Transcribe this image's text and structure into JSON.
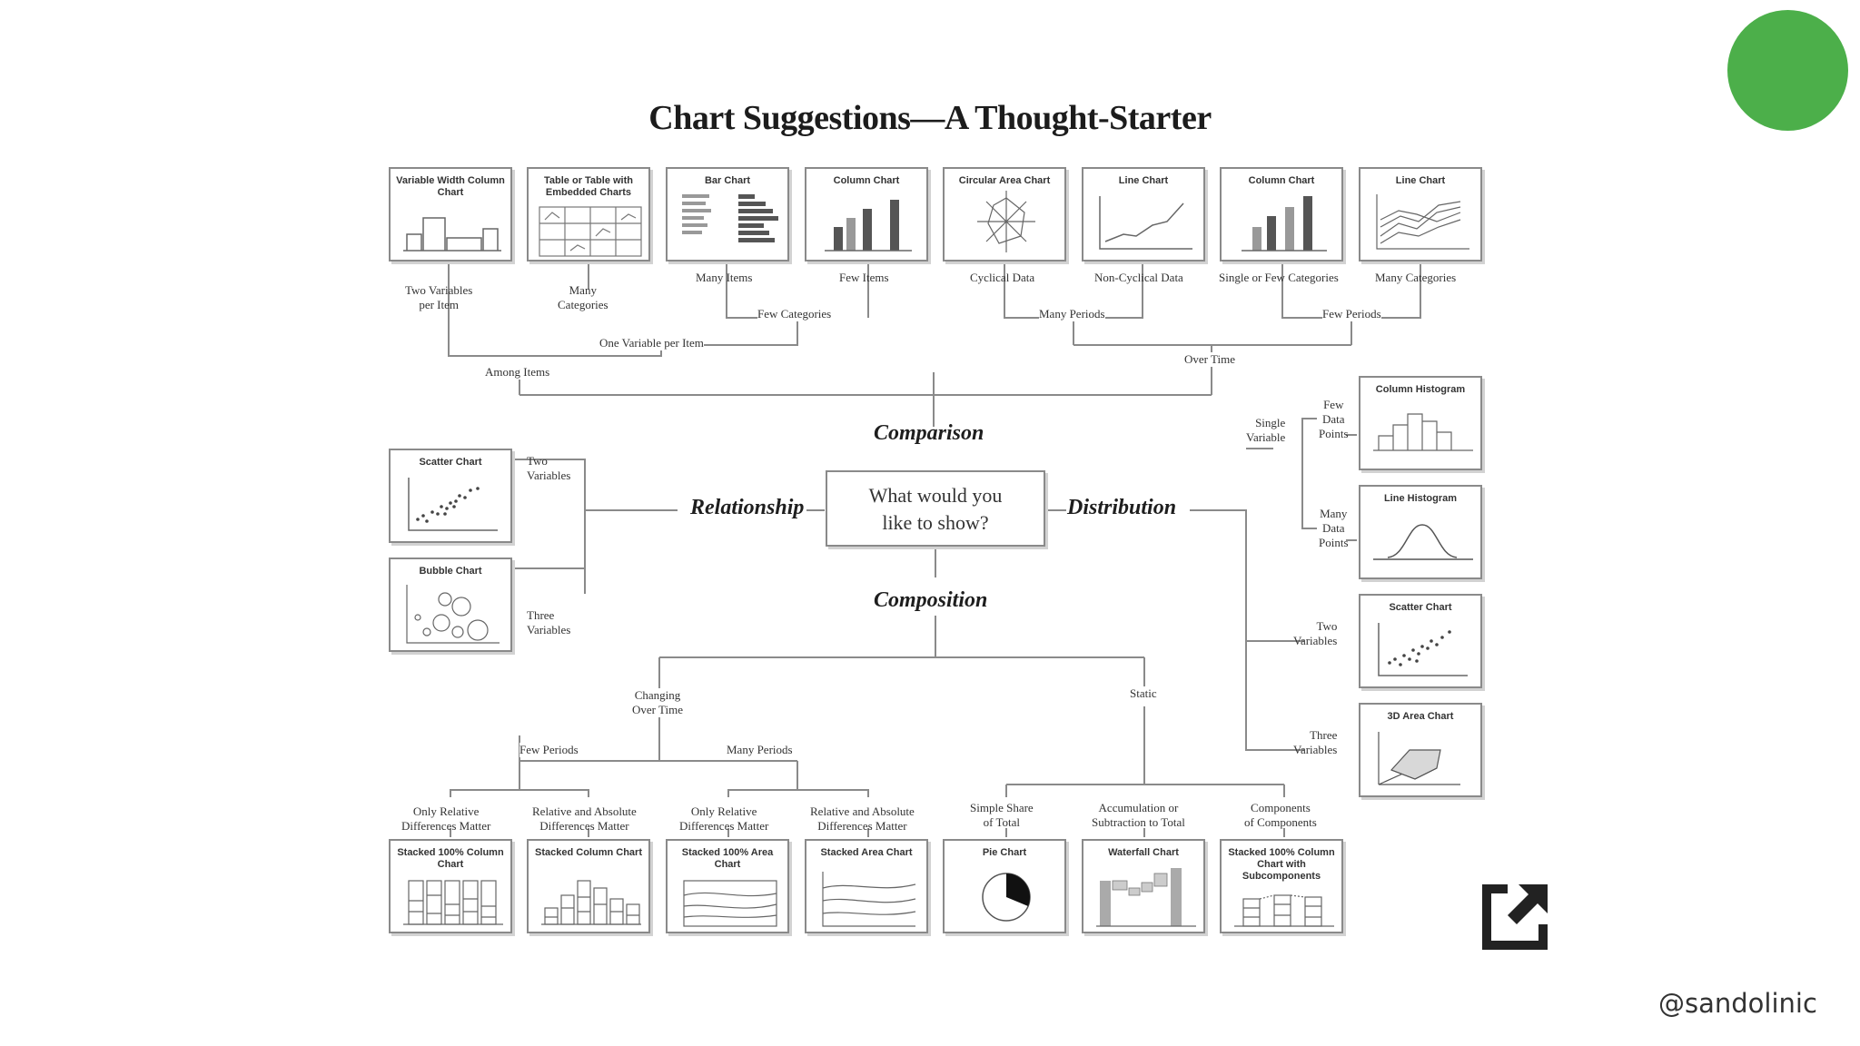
{
  "title": "Chart Suggestions—A Thought-Starter",
  "question": {
    "line1": "What would you",
    "line2": "like to show?"
  },
  "categories": {
    "comparison": "Comparison",
    "relationship": "Relationship",
    "distribution": "Distribution",
    "composition": "Composition"
  },
  "cards": {
    "variable_width_column": "Variable Width Column Chart",
    "table_embedded": "Table or Table with Embedded Charts",
    "bar_chart": "Bar Chart",
    "column_chart_few": "Column Chart",
    "circular_area": "Circular Area Chart",
    "line_chart_noncyclical": "Line Chart",
    "column_chart_time": "Column Chart",
    "line_chart_many": "Line Chart",
    "column_histogram": "Column Histogram",
    "line_histogram": "Line Histogram",
    "scatter_distribution": "Scatter Chart",
    "area_3d": "3D Area Chart",
    "scatter_relationship": "Scatter Chart",
    "bubble_chart": "Bubble Chart",
    "stacked_100_column": "Stacked 100% Column Chart",
    "stacked_column": "Stacked Column Chart",
    "stacked_100_area": "Stacked 100% Area Chart",
    "stacked_area": "Stacked Area Chart",
    "pie_chart": "Pie Chart",
    "waterfall_chart": "Waterfall Chart",
    "stacked_100_subcomponents": "Stacked 100% Column Chart with Subcomponents"
  },
  "labels": {
    "two_variables_per_item": [
      "Two Variables",
      "per Item"
    ],
    "many_categories_table": [
      "Many",
      "Categories"
    ],
    "many_items": "Many Items",
    "few_items": "Few Items",
    "cyclical_data": "Cyclical Data",
    "non_cyclical_data": "Non-Cyclical Data",
    "single_or_few_categories": "Single or Few Categories",
    "many_categories": "Many Categories",
    "few_categories": "Few Categories",
    "many_periods_top": "Many Periods",
    "few_periods_top": "Few Periods",
    "one_variable_per_item": "One Variable per Item",
    "among_items": "Among Items",
    "over_time": "Over Time",
    "rel_two_variables": [
      "Two",
      "Variables"
    ],
    "rel_three_variables": [
      "Three",
      "Variables"
    ],
    "single_variable": [
      "Single",
      "Variable"
    ],
    "few_data_points": [
      "Few",
      "Data",
      "Points"
    ],
    "many_data_points": [
      "Many",
      "Data",
      "Points"
    ],
    "dist_two_variables": [
      "Two",
      "Variables"
    ],
    "dist_three_variables": [
      "Three",
      "Variables"
    ],
    "changing_over_time": [
      "Changing",
      "Over Time"
    ],
    "static": "Static",
    "few_periods_bottom": "Few Periods",
    "many_periods_bottom": "Many Periods",
    "only_relative_1": [
      "Only Relative",
      "Differences Matter"
    ],
    "relative_absolute_1": [
      "Relative and Absolute",
      "Differences Matter"
    ],
    "only_relative_2": [
      "Only Relative",
      "Differences Matter"
    ],
    "relative_absolute_2": [
      "Relative and Absolute",
      "Differences Matter"
    ],
    "simple_share": [
      "Simple Share",
      "of Total"
    ],
    "accumulation": [
      "Accumulation or",
      "Subtraction to Total"
    ],
    "components": [
      "Components",
      "of Components"
    ]
  },
  "credit": "@sandolinic",
  "colors": {
    "accent_dot": "#4caf4a",
    "line": "#8a8a8a",
    "icon": "#222222"
  },
  "icons": {
    "expand": "expand-icon"
  }
}
